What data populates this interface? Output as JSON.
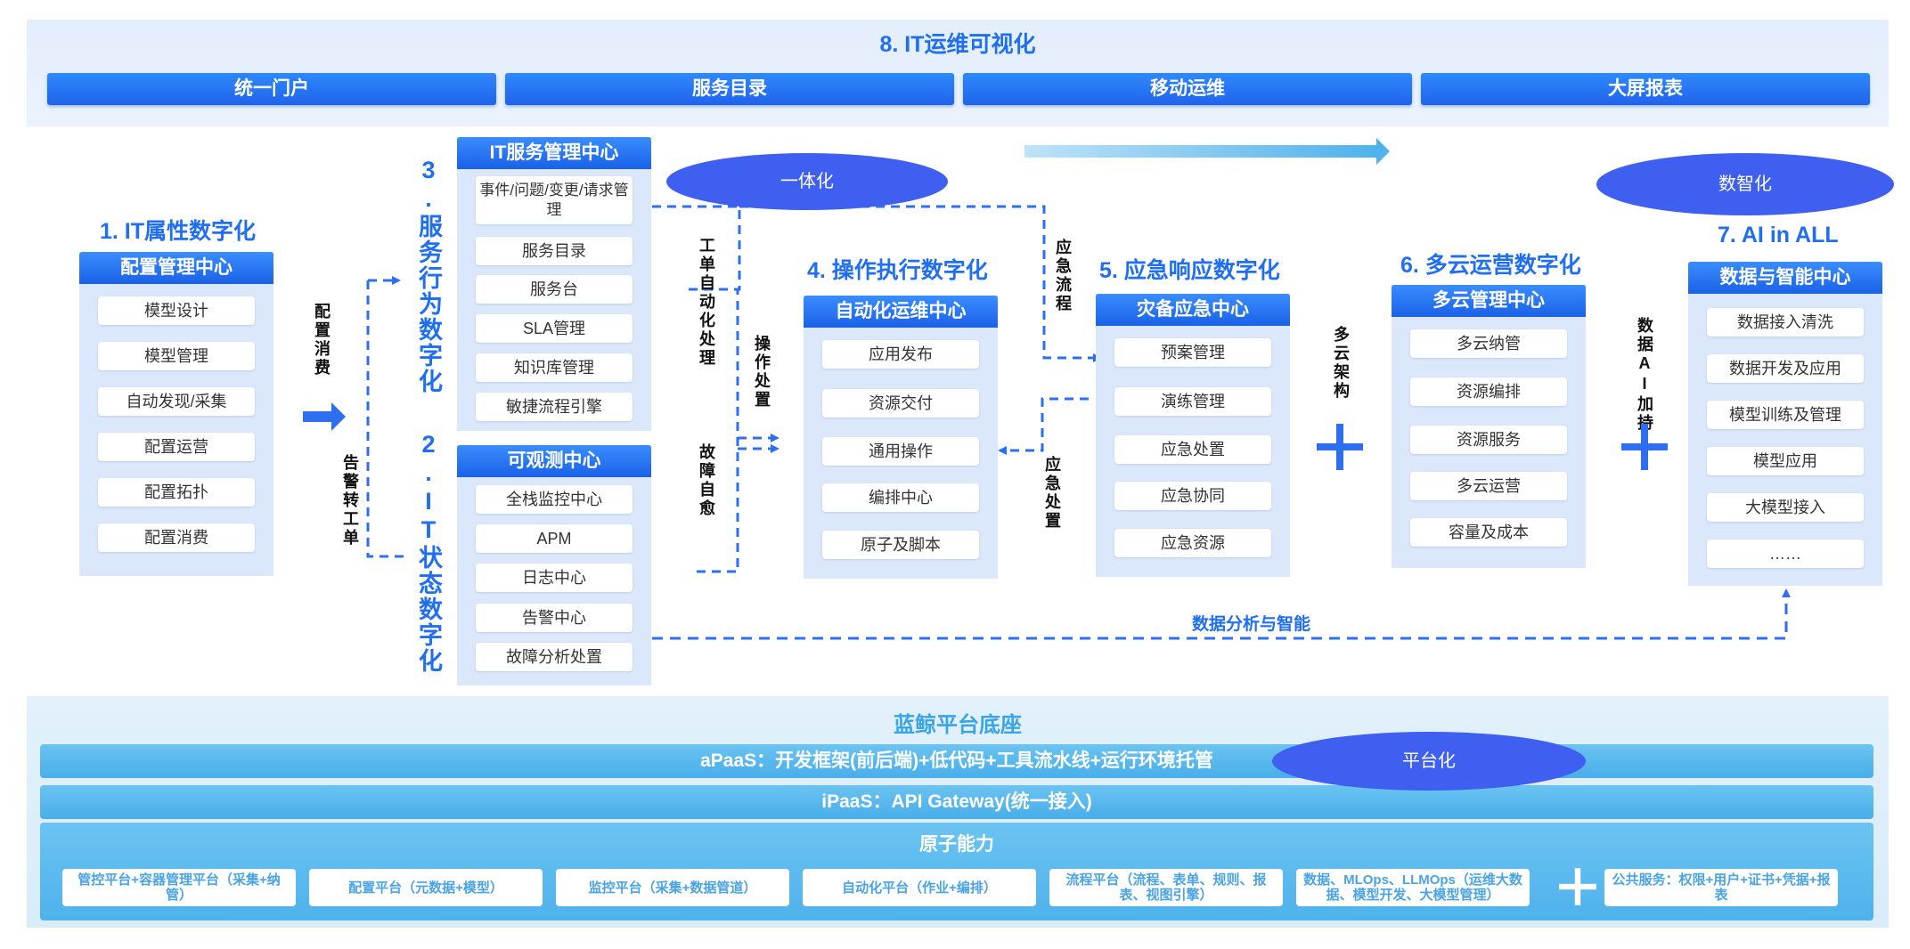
{
  "top": {
    "title": "8. IT运维可视化",
    "tabs": [
      "统一门户",
      "服务目录",
      "移动运维",
      "大屏报表"
    ]
  },
  "ellipses": {
    "integration": "一体化",
    "intelligence": "数智化",
    "platform": "平台化"
  },
  "sections": {
    "s1": {
      "title": "1. IT属性数字化",
      "panel": "配置管理中心",
      "items": [
        "模型设计",
        "模型管理",
        "自动发现/采集",
        "配置运营",
        "配置拓扑",
        "配置消费"
      ]
    },
    "s3": {
      "title": "3.服务行为数字化",
      "panel": "IT服务管理中心",
      "items": [
        "事件/问题/变更/请求管理",
        "服务目录",
        "服务台",
        "SLA管理",
        "知识库管理",
        "敏捷流程引擎"
      ]
    },
    "s2": {
      "title": "2.IT状态数字化",
      "panel": "可观测中心",
      "items": [
        "全栈监控中心",
        "APM",
        "日志中心",
        "告警中心",
        "故障分析处置"
      ]
    },
    "s4": {
      "title": "4. 操作执行数字化",
      "panel": "自动化运维中心",
      "items": [
        "应用发布",
        "资源交付",
        "通用操作",
        "编排中心",
        "原子及脚本"
      ]
    },
    "s5": {
      "title": "5. 应急响应数字化",
      "panel": "灾备应急中心",
      "items": [
        "预案管理",
        "演练管理",
        "应急处置",
        "应急协同",
        "应急资源"
      ]
    },
    "s6": {
      "title": "6. 多云运营数字化",
      "panel": "多云管理中心",
      "items": [
        "多云纳管",
        "资源编排",
        "资源服务",
        "多云运营",
        "容量及成本"
      ]
    },
    "s7": {
      "title": "7. AI in ALL",
      "panel": "数据与智能中心",
      "items": [
        "数据接入清洗",
        "数据开发及应用",
        "模型训练及管理",
        "模型应用",
        "大模型接入",
        "……"
      ]
    }
  },
  "labels": {
    "config_consume": "配置消费",
    "alarm_ticket": "告警转工单",
    "ticket_auto": "工单自动化处理",
    "fault_self_heal": "故障自愈",
    "op_handle": "操作处置",
    "emergency_flow": "应急流程",
    "emergency_handle": "应急处置",
    "multicloud_arch": "多云架构",
    "data_ai_support": "数据AI加持",
    "data_analysis": "数据分析与智能"
  },
  "bottom": {
    "title": "蓝鲸平台底座",
    "apaas": "aPaaS：开发框架(前后端)+低代码+工具流水线+运行环境托管",
    "ipaas": "iPaaS：API Gateway(统一接入)",
    "atom_title": "原子能力",
    "atoms": [
      "管控平台+容器管理平台（采集+纳管）",
      "配置平台（元数据+模型）",
      "监控平台（采集+数据管道）",
      "自动化平台（作业+编排）",
      "流程平台（流程、表单、规则、报表、视图引擎）",
      "数据、MLOps、LLMOps（运维大数据、模型开发、大模型管理）"
    ],
    "public_service": "公共服务：权限+用户+证书+凭据+报表"
  },
  "colors": {
    "primary": "#1f6ff0",
    "header": "#2a75f5",
    "ellipse": "#3f5ff0",
    "platform": "#4fb2ec"
  }
}
